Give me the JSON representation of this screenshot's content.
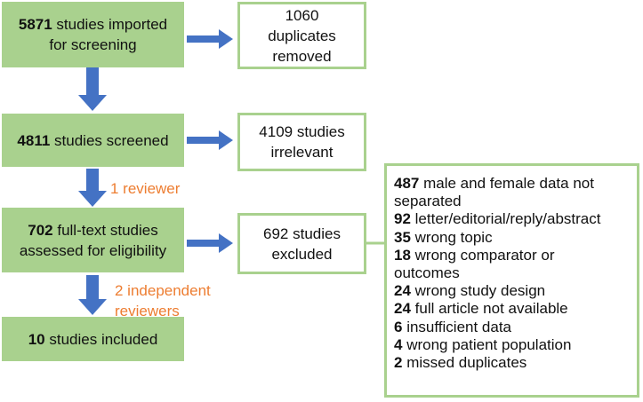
{
  "boxes": {
    "imported": {
      "n": "5871",
      "text1": " studies imported",
      "text2": "for screening"
    },
    "duplicates": {
      "line1": "1060",
      "line2": "duplicates",
      "line3": "removed"
    },
    "screened": {
      "n": "4811",
      "text": " studies screened"
    },
    "irrelevant": {
      "line1": "4109 studies",
      "line2": "irrelevant"
    },
    "fulltext": {
      "n": "702",
      "text1": " full-text studies",
      "text2": "assessed for eligibility"
    },
    "excluded": {
      "line1": "692 studies",
      "line2": "excluded"
    },
    "included": {
      "n": "10",
      "text": " studies included"
    }
  },
  "labels": {
    "one_reviewer": "1 reviewer",
    "two_reviewers_1": "2 independent",
    "two_reviewers_2": "reviewers"
  },
  "reasons": [
    {
      "n": "487",
      "text": " male and female data not"
    },
    {
      "n": "",
      "text": "separated"
    },
    {
      "n": "92",
      "text": " letter/editorial/reply/abstract"
    },
    {
      "n": "35",
      "text": " wrong topic"
    },
    {
      "n": "18",
      "text": " wrong comparator or"
    },
    {
      "n": "",
      "text": "outcomes"
    },
    {
      "n": "24",
      "text": " wrong study design"
    },
    {
      "n": "24",
      "text": " full article not available"
    },
    {
      "n": "6",
      "text": " insufficient data"
    },
    {
      "n": "4",
      "text": " wrong patient population"
    },
    {
      "n": "2",
      "text": " missed duplicates"
    }
  ],
  "colors": {
    "box_fill": "#a9d18e",
    "arrow": "#4472c4",
    "annotation": "#ed7d31"
  }
}
